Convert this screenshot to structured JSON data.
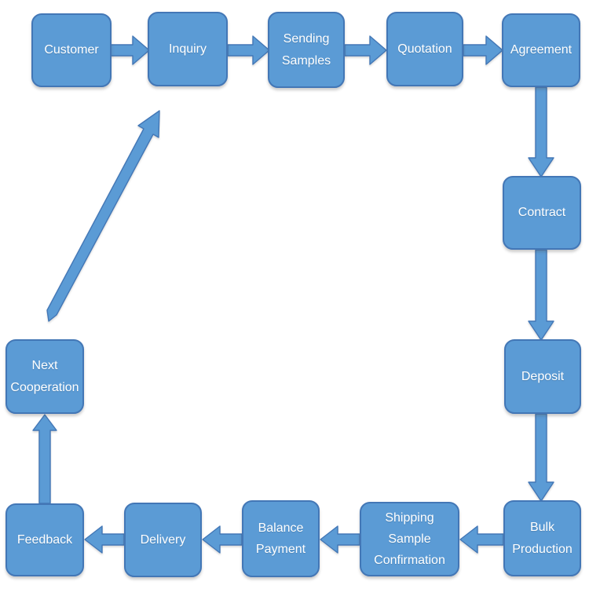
{
  "diagram": {
    "nodes": [
      {
        "id": "customer",
        "label": "Customer"
      },
      {
        "id": "inquiry",
        "label": "Inquiry"
      },
      {
        "id": "sending-samples",
        "label": "Sending Samples"
      },
      {
        "id": "quotation",
        "label": "Quotation"
      },
      {
        "id": "agreement",
        "label": "Agreement"
      },
      {
        "id": "contract",
        "label": "Contract"
      },
      {
        "id": "deposit",
        "label": "Deposit"
      },
      {
        "id": "bulk-production",
        "label": "Bulk Production"
      },
      {
        "id": "shipping-sample-confirmation",
        "label": "Shipping Sample Confirmation"
      },
      {
        "id": "balance-payment",
        "label": "Balance Payment"
      },
      {
        "id": "delivery",
        "label": "Delivery"
      },
      {
        "id": "feedback",
        "label": "Feedback"
      },
      {
        "id": "next-cooperation",
        "label": "Next Cooperation"
      }
    ],
    "edges": [
      {
        "from": "Customer",
        "to": "Inquiry"
      },
      {
        "from": "Inquiry",
        "to": "Sending Samples"
      },
      {
        "from": "Sending Samples",
        "to": "Quotation"
      },
      {
        "from": "Quotation",
        "to": "Agreement"
      },
      {
        "from": "Agreement",
        "to": "Contract"
      },
      {
        "from": "Contract",
        "to": "Deposit"
      },
      {
        "from": "Deposit",
        "to": "Bulk Production"
      },
      {
        "from": "Bulk Production",
        "to": "Shipping Sample Confirmation"
      },
      {
        "from": "Shipping Sample Confirmation",
        "to": "Balance Payment"
      },
      {
        "from": "Balance Payment",
        "to": "Delivery"
      },
      {
        "from": "Delivery",
        "to": "Feedback"
      },
      {
        "from": "Feedback",
        "to": "Next Cooperation"
      },
      {
        "from": "Next Cooperation",
        "to": "Inquiry"
      }
    ],
    "colors": {
      "node_fill": "#5B9BD5",
      "node_border": "#4377B6",
      "node_text": "#FFFFFF",
      "background": "#FFFFFF"
    }
  }
}
